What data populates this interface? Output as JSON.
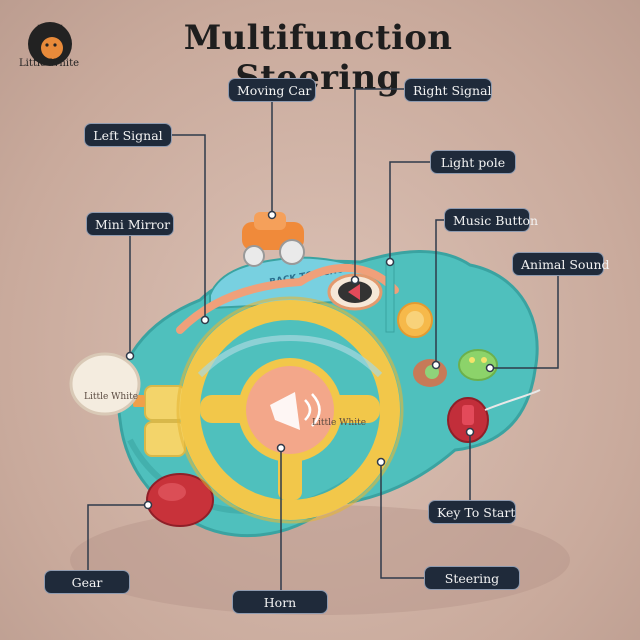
{
  "title": "Multifunction Steering",
  "brand": "Little White",
  "labels": {
    "moving_car": "Moving Car",
    "right_signal": "Right Signal",
    "left_signal": "Left Signal",
    "light_pole": "Light pole",
    "music_button": "Music Button",
    "mini_mirror": "Mini Mirror",
    "animal_sound": "Animal Sound",
    "key_to_start": "Key To Start",
    "gear": "Gear",
    "steering": "Steering",
    "horn": "Horn"
  },
  "toy_sign": "BACK TO SCHOOL",
  "colors": {
    "background": "#cfb3a6",
    "label_bg": "#1f2a3a",
    "dashboard_teal": "#52c3c0",
    "wheel_yellow": "#f2c74a",
    "horn_peach": "#f3a78a",
    "gear_red": "#c8323a"
  }
}
